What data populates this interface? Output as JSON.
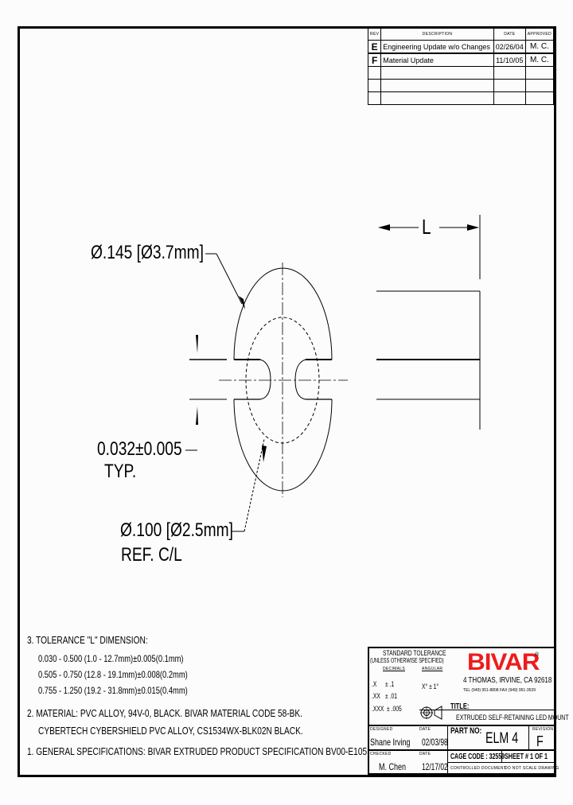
{
  "revision_table": {
    "headers": {
      "rev": "REV",
      "description": "DESCRIPTION",
      "date": "DATE",
      "approved": "APPROVED"
    },
    "rows": [
      {
        "rev": "E",
        "description": "Engineering Update w/o Changes",
        "date": "02/26/04",
        "approved": "M. C."
      },
      {
        "rev": "F",
        "description": "Material Update",
        "date": "11/10/05",
        "approved": "M. C."
      },
      {
        "rev": "",
        "description": "",
        "date": "",
        "approved": ""
      },
      {
        "rev": "",
        "description": "",
        "date": "",
        "approved": ""
      },
      {
        "rev": "",
        "description": "",
        "date": "",
        "approved": ""
      }
    ]
  },
  "drawing": {
    "outer_diameter": "Ø.145 [Ø3.7mm]",
    "slot_width": "0.032±0.005",
    "slot_width_note": "TYP.",
    "inner_diameter": "Ø.100 [Ø2.5mm]",
    "inner_diameter_note": "REF. C/L",
    "length_label": "L"
  },
  "notes": {
    "note3": {
      "title": "3.  TOLERANCE \"L\" DIMENSION:",
      "lines": [
        "0.030 - 0.500 (1.0 - 12.7mm)±0.005(0.1mm)",
        "0.505 - 0.750 (12.8 - 19.1mm)±0.008(0.2mm)",
        "0.755 - 1.250 (19.2 - 31.8mm)±0.015(0.4mm)"
      ]
    },
    "note2": {
      "line1": "2.  MATERIAL: PVC ALLOY, 94V-0, BLACK. BIVAR MATERIAL CODE 58-BK.",
      "line2": "CYBERTECH CYBERSHIELD PVC ALLOY, CS1534WX-BLK02N BLACK."
    },
    "note1": "1.  GENERAL SPECIFICATIONS: BIVAR EXTRUDED PRODUCT SPECIFICATION BV00-E105."
  },
  "title_block": {
    "std_tolerance_title": "STANDARD TOLERANCE",
    "std_tolerance_sub": "(UNLESS OTHERWISE SPECIFIED)",
    "decimals_label": "DECIMALS",
    "angular_label": "ANGULAR",
    "tol_x": ".X",
    "tol_x_val": "± .1",
    "tol_xx": ".XX",
    "tol_xx_val": "± .01",
    "tol_xxx": ".XXX",
    "tol_xxx_val": "± .005",
    "angular_val": "X°  ± 1°",
    "company_logo": "BIVAR",
    "registered": "®",
    "address": "4 THOMAS, IRVINE, CA 92618",
    "phone": "TEL (949) 951-8808    FAX (949) 951-3539",
    "title_label": "TITLE:",
    "title_value": "EXTRUDED  SELF-RETAINING LED MOUNT",
    "designed_label": "DESIGNED",
    "designed_by": "Shane Irving",
    "designed_date_label": "DATE",
    "designed_date": "02/03/98",
    "part_no_label": "PART NO:",
    "part_no": "ELM 4",
    "revision_label": "REVISION",
    "revision": "F",
    "checked_label": "CHECKED",
    "checked_by": "M. Chen",
    "checked_date_label": "DATE",
    "checked_date": "12/17/02",
    "cage_code": "CAGE CODE :  32559",
    "sheet": "SHEET #  1 OF  1",
    "controlled_doc": "CONTROLLED DOCUMENT",
    "do_not_scale": "DO NOT SCALE DRAWING"
  },
  "colors": {
    "logo_red": "#ee1c1c",
    "line": "#000000",
    "paper": "#fcfcfc"
  }
}
